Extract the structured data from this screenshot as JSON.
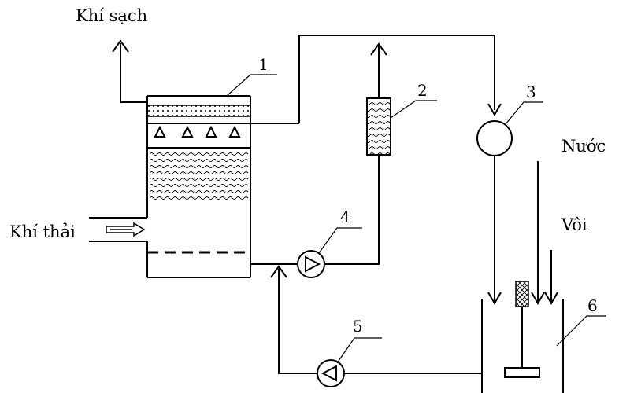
{
  "labels": {
    "clean_gas": "Khí sạch",
    "waste_gas": "Khí thải",
    "water": "Nước",
    "lime": "Vôi"
  },
  "callouts": [
    "1",
    "2",
    "3",
    "4",
    "5",
    "6"
  ],
  "components": {
    "scrubber_tower": {
      "id": "1",
      "spray_nozzles": 4
    },
    "filter": {
      "id": "2"
    },
    "flow_meter": {
      "id": "3"
    },
    "circulation_pump": {
      "id": "4"
    },
    "return_pump": {
      "id": "5"
    },
    "lime_tank": {
      "id": "6"
    }
  },
  "colors": {
    "stroke": "#000000",
    "background": "#ffffff",
    "packing": "#808080"
  }
}
